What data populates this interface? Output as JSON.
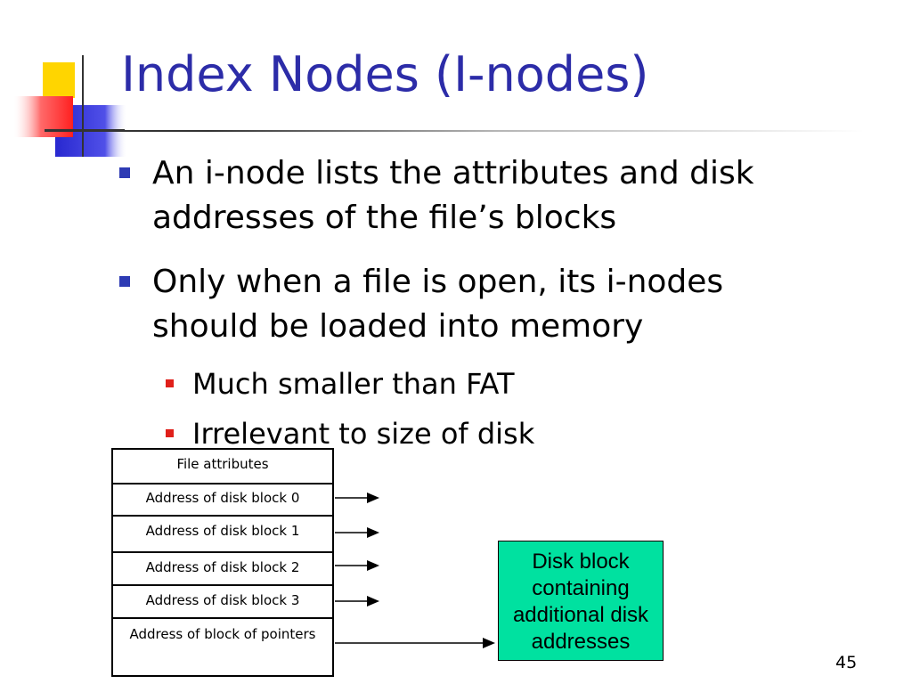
{
  "slide": {
    "title": "Index Nodes (I-nodes)",
    "page_number": "45"
  },
  "bullets": [
    {
      "level": 1,
      "lines": [
        "An i-node lists the attributes and disk",
        "addresses of the file’s blocks"
      ]
    },
    {
      "level": 1,
      "lines": [
        "Only when a file is open, its i-nodes",
        "should be loaded into memory"
      ]
    },
    {
      "level": 2,
      "lines": [
        "Much smaller than FAT"
      ]
    },
    {
      "level": 2,
      "lines": [
        "Irrelevant to size of disk"
      ]
    }
  ],
  "inode_table": {
    "rows": [
      "File attributes",
      "Address of disk block 0",
      "Address of disk block 1",
      "Address of disk block 2",
      "Address of disk block 3",
      "Address of block of pointers"
    ]
  },
  "disk_block_box": {
    "lines": [
      "Disk block",
      "containing",
      "additional disk",
      "addresses"
    ]
  },
  "colors": {
    "title": "#2c2ca8",
    "level1_bullet": "#2e3bb4",
    "level2_bullet": "#e0201a",
    "disk_block_fill": "#00e1a0"
  }
}
